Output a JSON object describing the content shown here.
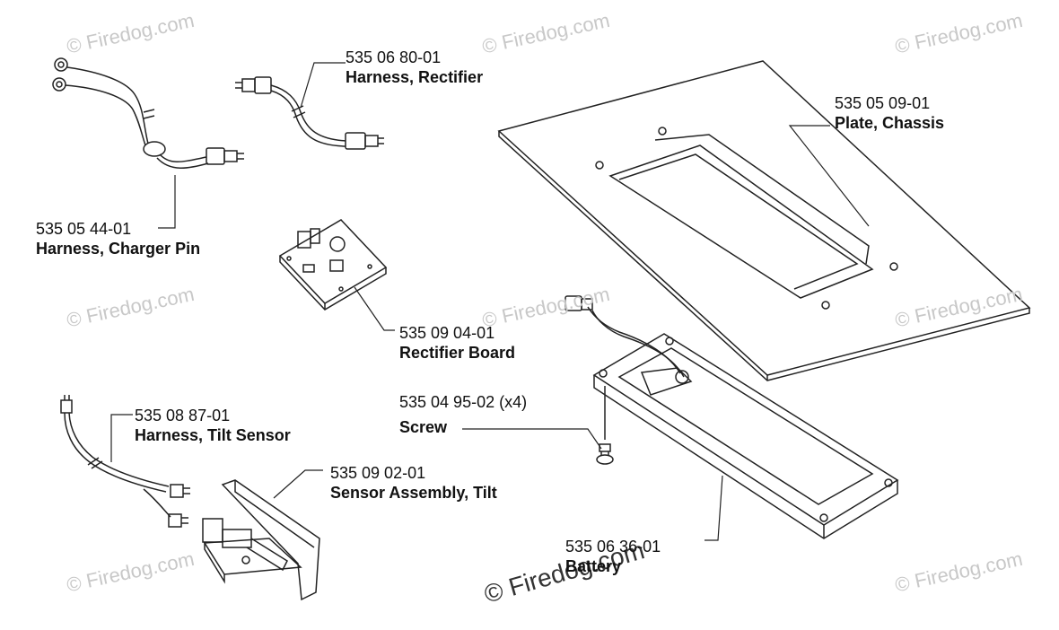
{
  "watermark": "© Firedog.com",
  "parts": [
    {
      "number": "535 06 80-01",
      "name": "Harness, Rectifier"
    },
    {
      "number": "535 05 09-01",
      "name": "Plate, Chassis"
    },
    {
      "number": "535 05 44-01",
      "name": "Harness, Charger Pin"
    },
    {
      "number": "535 09 04-01",
      "name": "Rectifier Board"
    },
    {
      "number": "535 04 95-02 (x4)",
      "name": "Screw"
    },
    {
      "number": "535 08 87-01",
      "name": "Harness, Tilt Sensor"
    },
    {
      "number": "535 09 02-01",
      "name": "Sensor Assembly, Tilt"
    },
    {
      "number": "535 06 36-01",
      "name": "Battery"
    }
  ],
  "colors": {
    "line": "#222222",
    "watermark": "#c8c8c8"
  }
}
